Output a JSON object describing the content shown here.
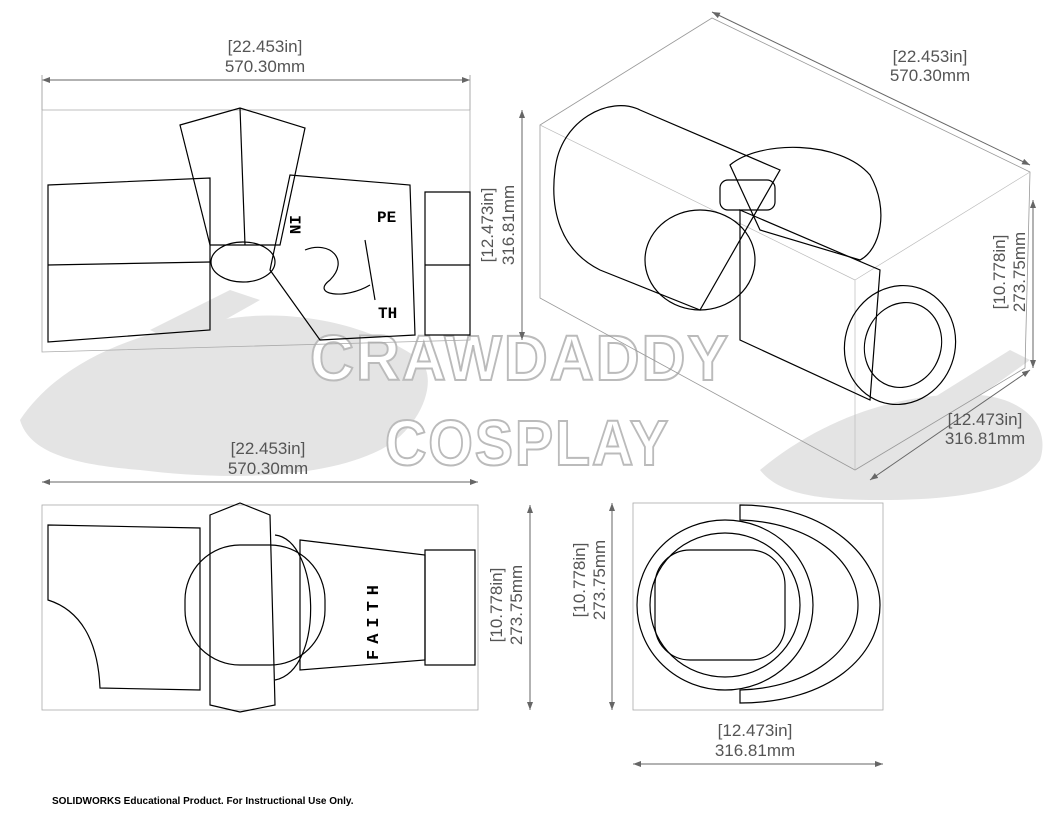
{
  "watermark": {
    "line1": "CRAWDADDY",
    "line2": "COSPLAY"
  },
  "views": {
    "top": {
      "width_in": "[22.453in]",
      "width_mm": "570.30mm",
      "height_in": "[12.473in]",
      "height_mm": "316.81mm",
      "text_a": "IN",
      "text_b": "PE",
      "text_c": "TH"
    },
    "iso": {
      "length_in": "[22.453in]",
      "length_mm": "570.30mm",
      "height_in": "[10.778in]",
      "height_mm": "273.75mm",
      "depth_in": "[12.473in]",
      "depth_mm": "316.81mm"
    },
    "front": {
      "width_in": "[22.453in]",
      "width_mm": "570.30mm",
      "height_in": "[10.778in]",
      "height_mm": "273.75mm",
      "text": "FAITH"
    },
    "side": {
      "height_in": "[10.778in]",
      "height_mm": "273.75mm",
      "width_in": "[12.473in]",
      "width_mm": "316.81mm"
    }
  },
  "footer": "SOLIDWORKS Educational Product. For Instructional Use Only."
}
